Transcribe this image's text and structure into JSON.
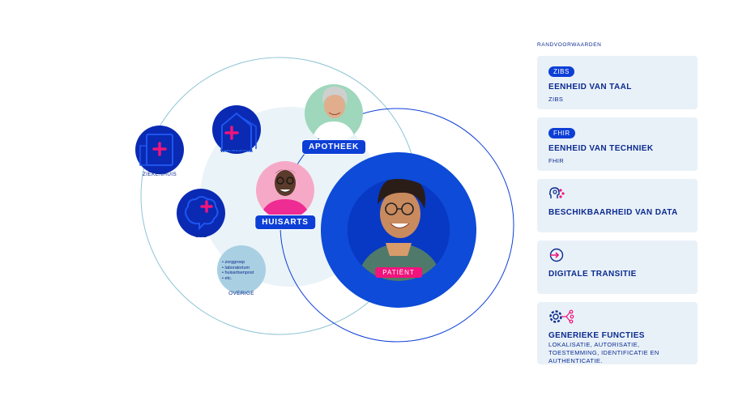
{
  "diagram": {
    "nodes": {
      "ziekenhuis": "ZIEKENHUIS",
      "wijkteams": "WIJKTEAMS",
      "ggz": "GGZ",
      "overige": "OVERIGE",
      "apotheek": "APOTHEEK",
      "huisarts": "HUISARTS",
      "patient": "PATIËNT"
    },
    "overige_items": [
      "zorggroep",
      "laboratorium",
      "huisartsenpost",
      "etc."
    ]
  },
  "panel": {
    "heading": "RANDVOORWAARDEN",
    "cards": [
      {
        "tag": "ZIBS",
        "title": "EENHEID VAN TAAL",
        "subtitle": "ZIBS",
        "icon": "zibs-tag"
      },
      {
        "tag": "FHIR",
        "title": "EENHEID VAN TECHNIEK",
        "subtitle": "FHIR",
        "icon": "fhir-tag"
      },
      {
        "title": "BESCHIKBAARHEID VAN DATA",
        "icon": "head-data-icon"
      },
      {
        "title": "DIGITALE TRANSITIE",
        "icon": "enter-arrow-icon"
      },
      {
        "title": "GENERIEKE FUNCTIES",
        "subtitle": "LOKALISATIE, AUTORISATIE, TOESTEMMING, IDENTIFICATIE EN AUTHENTICATIE.",
        "icon": "gear-network-icon"
      }
    ]
  },
  "colors": {
    "primary": "#0d3fd6",
    "navy": "#0a2a8f",
    "accent_pink": "#f0147c",
    "light_blue_bg": "#e9f1f8",
    "ring": "#6fb1c9"
  }
}
